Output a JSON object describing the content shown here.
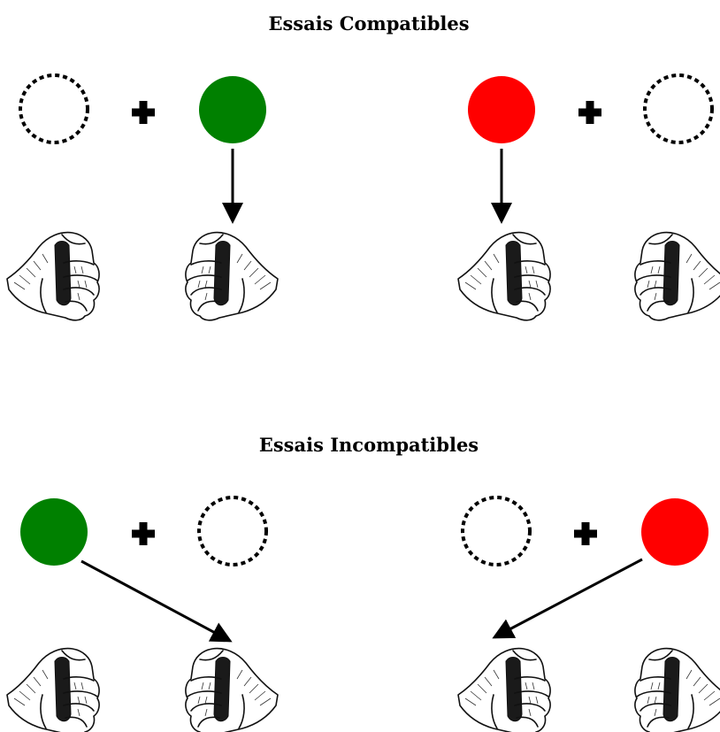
{
  "panels": [
    {
      "title": "Essais Compatibles",
      "groups": [
        {
          "left_circle": "empty",
          "right_circle": "filled",
          "active_color": "#008000",
          "active_side": "right",
          "target_hand": "right"
        },
        {
          "left_circle": "filled",
          "right_circle": "empty",
          "active_color": "#ff0000",
          "active_side": "left",
          "target_hand": "left"
        }
      ]
    },
    {
      "title": "Essais Incompatibles",
      "groups": [
        {
          "left_circle": "filled",
          "right_circle": "empty",
          "active_color": "#008000",
          "active_side": "left",
          "target_hand": "right"
        },
        {
          "left_circle": "empty",
          "right_circle": "filled",
          "active_color": "#ff0000",
          "active_side": "right",
          "target_hand": "left"
        }
      ]
    }
  ],
  "colors": {
    "green": "#008000",
    "red": "#ff0000",
    "line": "#000000"
  },
  "icons": {
    "fixation": "plus-icon",
    "response": "fist-gripping-device-icon"
  }
}
